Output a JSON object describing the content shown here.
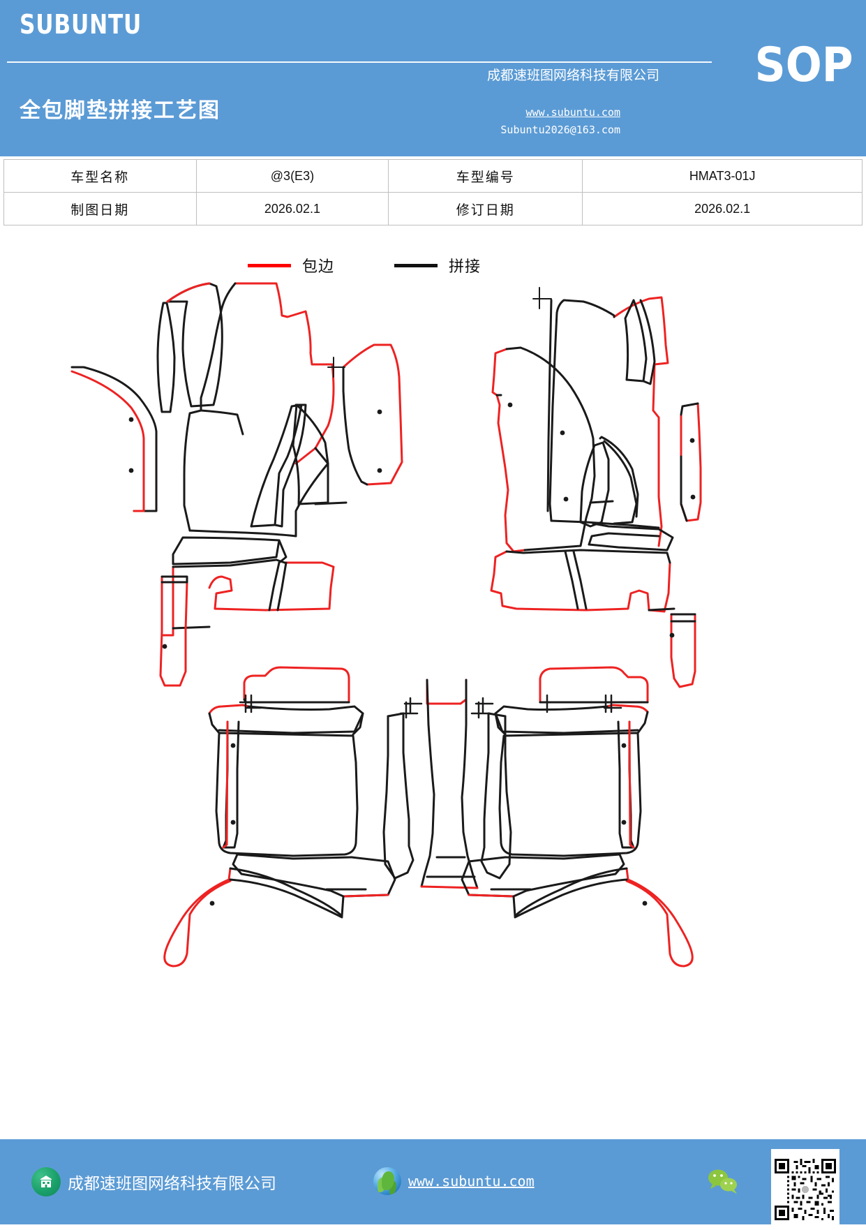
{
  "header": {
    "brand": "SUBUNTU",
    "doc_title": "全包脚垫拼接工艺图",
    "company_cn": "成都速班图网络科技有限公司",
    "sop_badge": "SOP",
    "url": "www.subuntu.com",
    "email": "Subuntu2026@163.com",
    "bg_color": "#5B9BD5"
  },
  "info_table": {
    "rows": [
      {
        "label1": "车型名称",
        "value1": "@3(E3)",
        "label2": "车型编号",
        "value2": "HMAT3-01J"
      },
      {
        "label1": "制图日期",
        "value1": "2026.02.1",
        "label2": "修订日期",
        "value2": "2026.02.1"
      }
    ]
  },
  "legend": {
    "items": [
      {
        "label": "包边",
        "color": "#FF0000",
        "name": "edging"
      },
      {
        "label": "拼接",
        "color": "#111111",
        "name": "splicing"
      }
    ]
  },
  "drawing": {
    "title": "全包脚垫拼接工艺图",
    "edging_color": "#EE2222",
    "splice_color": "#1a1a1a",
    "stroke_width": 3
  },
  "footer": {
    "company_label": "成都速班图网络科技有限公司",
    "url": "www.subuntu.com",
    "bg_color": "#5B9BD5",
    "company_icon": "building-icon",
    "web_icon": "globe-icon",
    "social_icon": "wechat-icon",
    "qr_icon": "qr-code"
  }
}
